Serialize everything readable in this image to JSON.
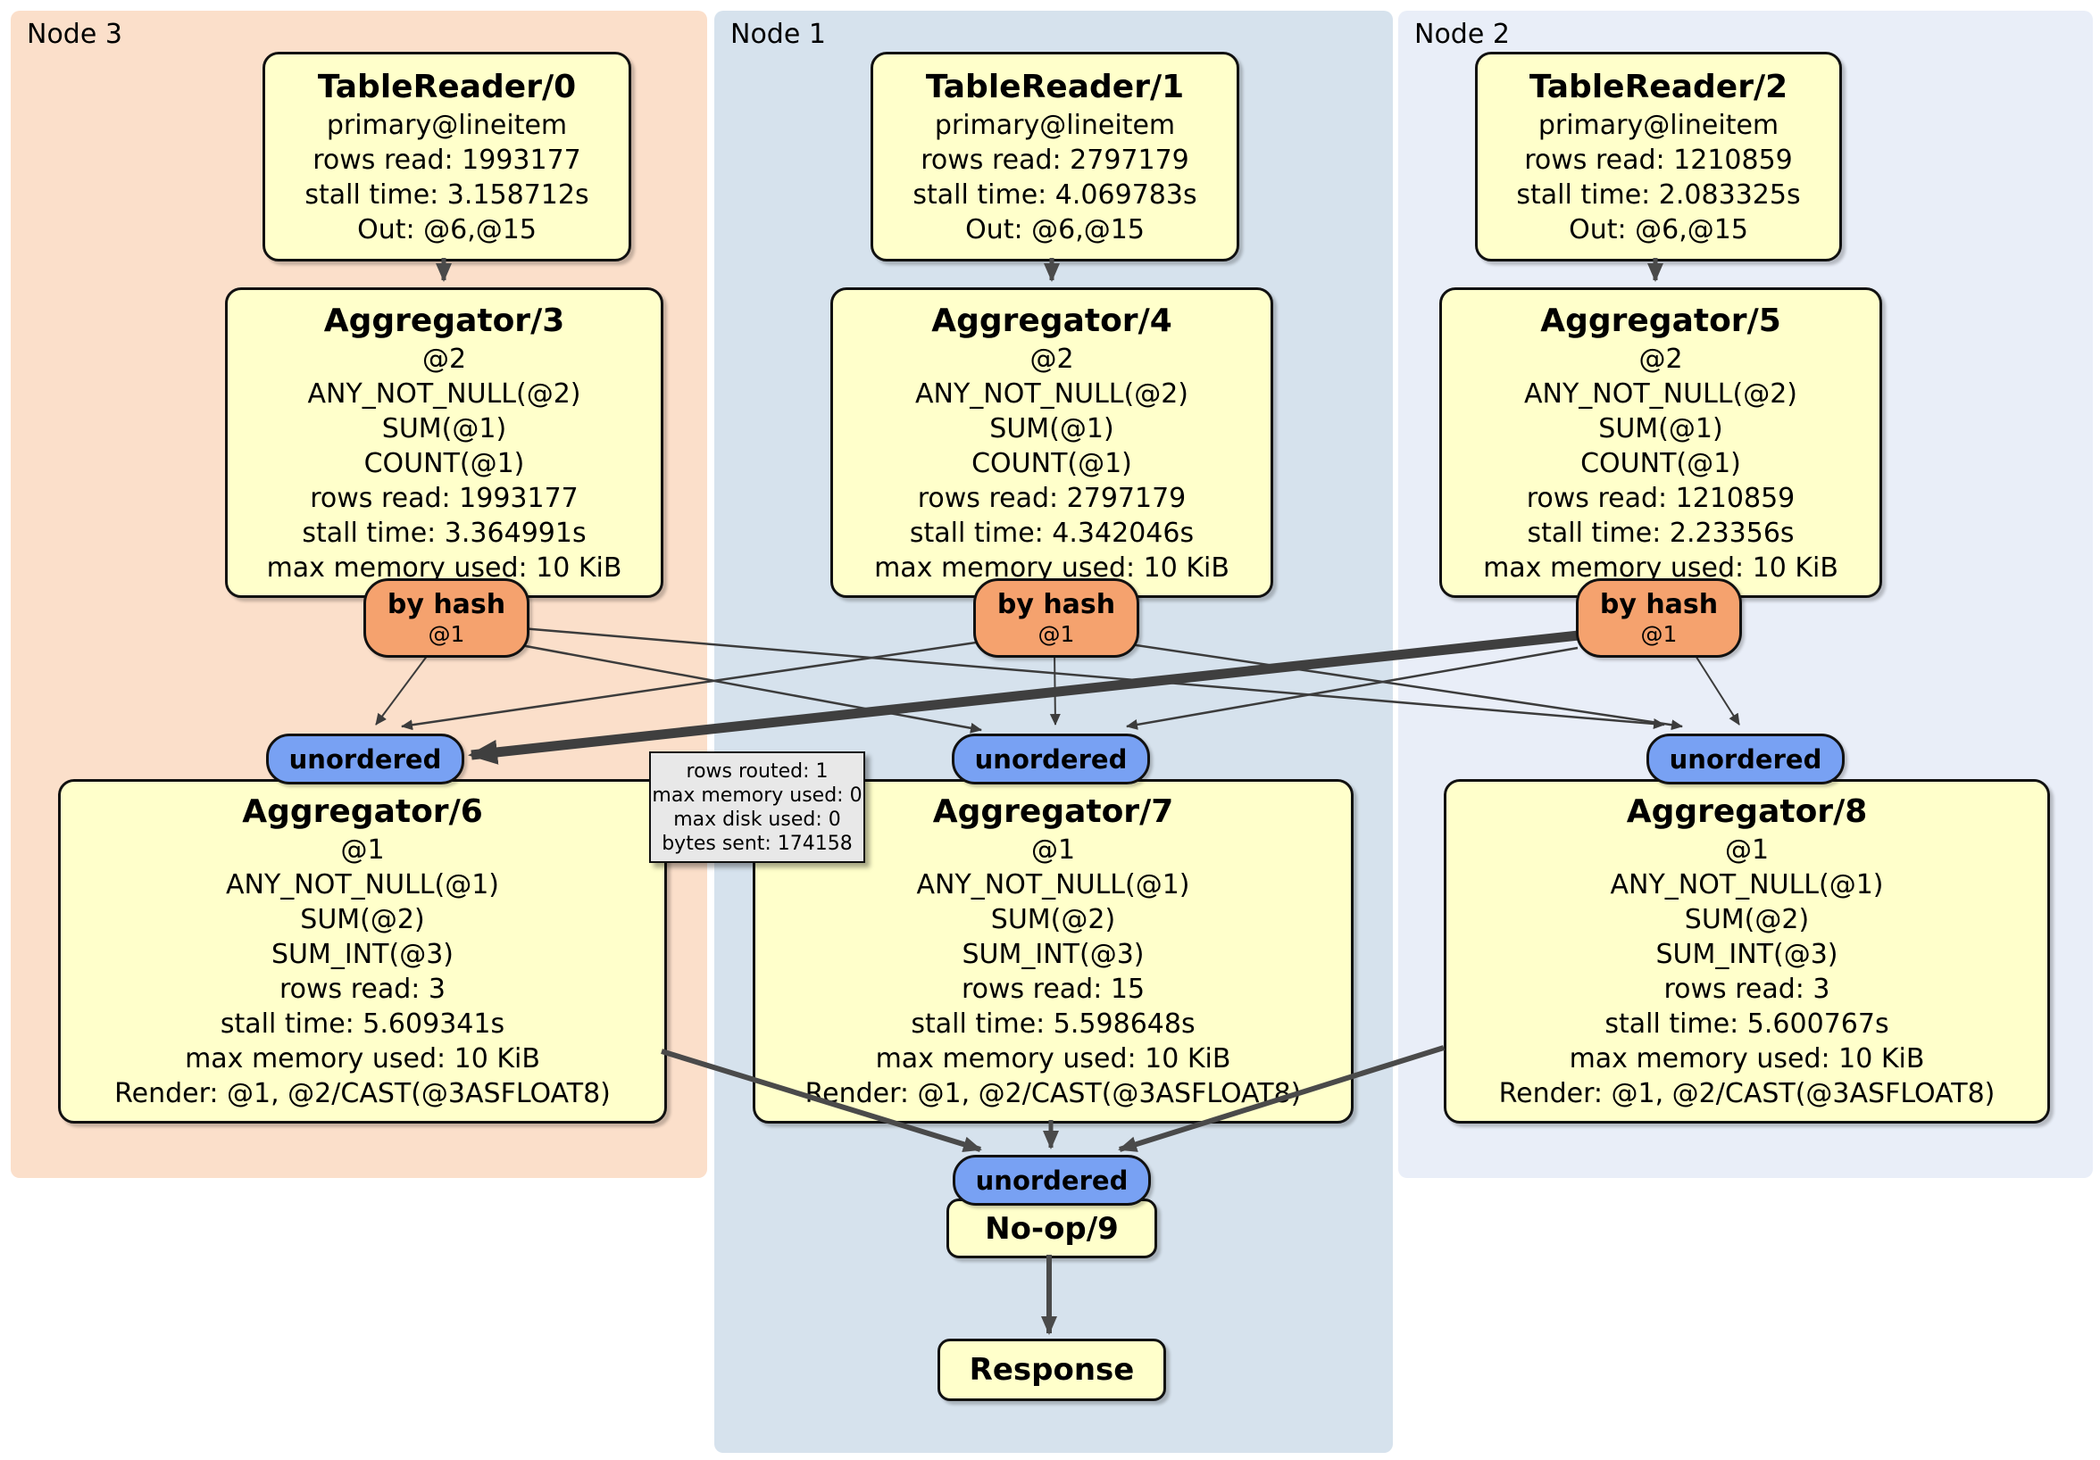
{
  "panels": {
    "node3": "Node 3",
    "node1": "Node 1",
    "node2": "Node 2"
  },
  "processors": {
    "tablereader0": {
      "title": "TableReader/0",
      "lines": [
        "primary@lineitem",
        "rows read: 1993177",
        "stall time: 3.158712s",
        "Out: @6,@15"
      ]
    },
    "tablereader1": {
      "title": "TableReader/1",
      "lines": [
        "primary@lineitem",
        "rows read: 2797179",
        "stall time: 4.069783s",
        "Out: @6,@15"
      ]
    },
    "tablereader2": {
      "title": "TableReader/2",
      "lines": [
        "primary@lineitem",
        "rows read: 1210859",
        "stall time: 2.083325s",
        "Out: @6,@15"
      ]
    },
    "aggregator3": {
      "title": "Aggregator/3",
      "lines": [
        "@2",
        "ANY_NOT_NULL(@2)",
        "SUM(@1)",
        "COUNT(@1)",
        "rows read: 1993177",
        "stall time: 3.364991s",
        "max memory used: 10 KiB"
      ]
    },
    "aggregator4": {
      "title": "Aggregator/4",
      "lines": [
        "@2",
        "ANY_NOT_NULL(@2)",
        "SUM(@1)",
        "COUNT(@1)",
        "rows read: 2797179",
        "stall time: 4.342046s",
        "max memory used: 10 KiB"
      ]
    },
    "aggregator5": {
      "title": "Aggregator/5",
      "lines": [
        "@2",
        "ANY_NOT_NULL(@2)",
        "SUM(@1)",
        "COUNT(@1)",
        "rows read: 1210859",
        "stall time: 2.23356s",
        "max memory used: 10 KiB"
      ]
    },
    "aggregator6": {
      "title": "Aggregator/6",
      "lines": [
        "@1",
        "ANY_NOT_NULL(@1)",
        "SUM(@2)",
        "SUM_INT(@3)",
        "rows read: 3",
        "stall time: 5.609341s",
        "max memory used: 10 KiB",
        "Render: @1, @2/CAST(@3ASFLOAT8)"
      ]
    },
    "aggregator7": {
      "title": "Aggregator/7",
      "lines": [
        "@1",
        "ANY_NOT_NULL(@1)",
        "SUM(@2)",
        "SUM_INT(@3)",
        "rows read: 15",
        "stall time: 5.598648s",
        "max memory used: 10 KiB",
        "Render: @1, @2/CAST(@3ASFLOAT8)"
      ]
    },
    "aggregator8": {
      "title": "Aggregator/8",
      "lines": [
        "@1",
        "ANY_NOT_NULL(@1)",
        "SUM(@2)",
        "SUM_INT(@3)",
        "rows read: 3",
        "stall time: 5.600767s",
        "max memory used: 10 KiB",
        "Render: @1, @2/CAST(@3ASFLOAT8)"
      ]
    },
    "noop9": {
      "title": "No-op/9"
    },
    "response": {
      "title": "Response"
    }
  },
  "routers": {
    "label": "by hash",
    "key": "@1"
  },
  "streams": {
    "unordered_label": "unordered"
  },
  "tooltip": {
    "lines": [
      "rows routed: 1",
      "max memory used: 0",
      "max disk used: 0",
      "bytes sent: 174158"
    ]
  },
  "colors": {
    "panel_node3": "#fbdfca",
    "panel_node1": "#d6e2ed",
    "panel_node2": "#e9eef8",
    "processor_fill": "#ffffcb",
    "router_fill": "#f5a26e",
    "stream_fill": "#78a1f3",
    "tooltip_fill": "#e8e8e8",
    "edge": "#474747"
  }
}
